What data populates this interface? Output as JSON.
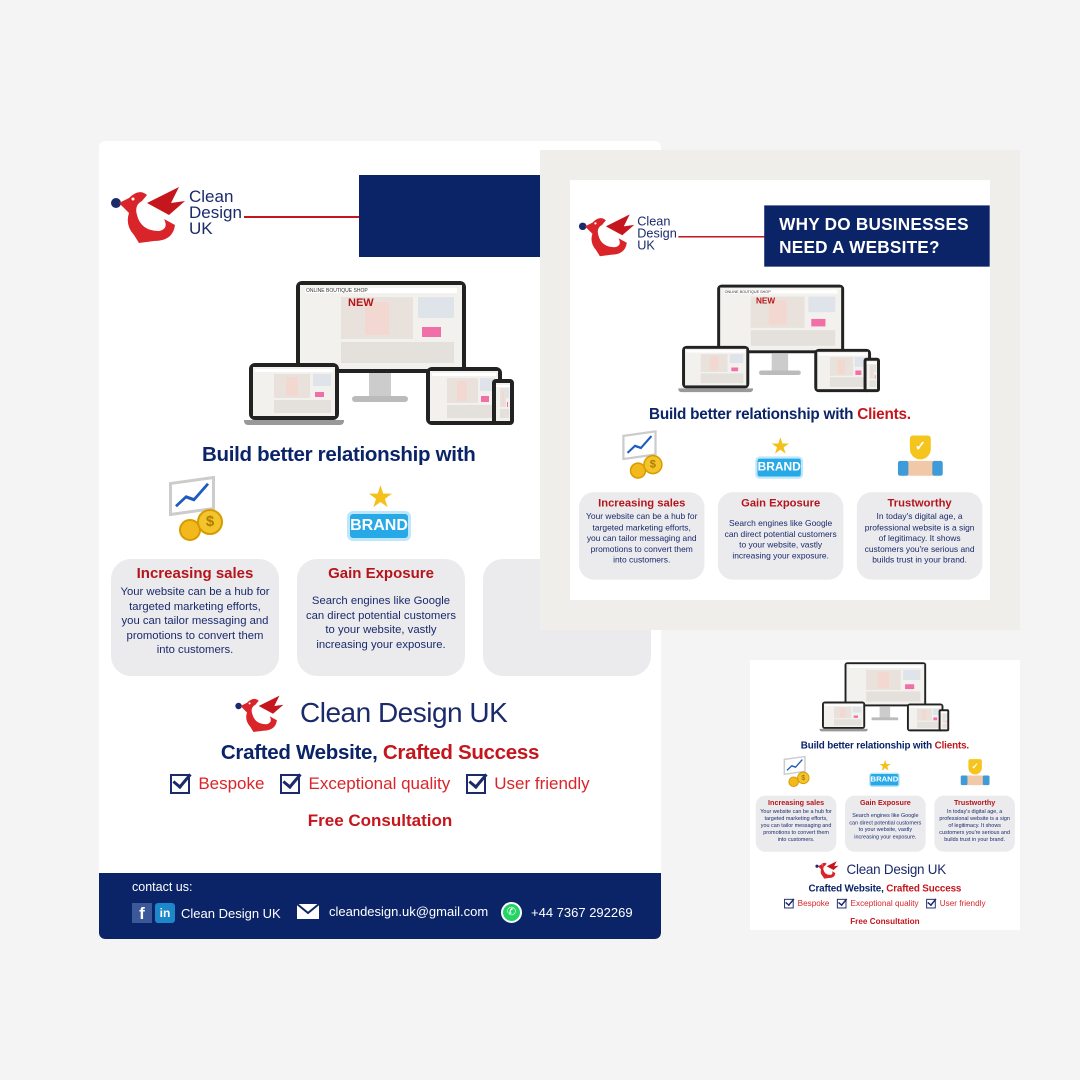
{
  "brand": {
    "logo_lines": [
      "Clean",
      "Design",
      "UK"
    ],
    "name": "Clean Design UK"
  },
  "header": {
    "line1": "WHY DO BUSINESSES",
    "line2": "NEED A WEBSITE?"
  },
  "mockup": {
    "shop_title": "ONLINE BOUTIQUE SHOP",
    "banner": "NEW"
  },
  "headline": {
    "main": "Build better relationship with ",
    "accent": "Clients."
  },
  "cards": [
    {
      "icon": "sales-chart-coins-icon",
      "title": "Increasing sales",
      "text": "Your website can be a hub for targeted marketing efforts,  you can tailor messaging and promotions to convert them into customers."
    },
    {
      "icon": "brand-star-icon",
      "title": "Gain Exposure",
      "text": "Search engines like Google can direct potential customers to your website, vastly increasing your exposure."
    },
    {
      "icon": "handshake-shield-icon",
      "title": "Trustworthy",
      "text": "In today's digital age, a professional website is a sign of legitimacy. It shows customers you're serious and builds trust in your brand."
    }
  ],
  "icon_labels": {
    "brand": "BRAND"
  },
  "tagline": {
    "main": "Crafted Website, ",
    "accent": "Crafted Success"
  },
  "features": [
    "Bespoke",
    "Exceptional quality",
    "User friendly"
  ],
  "cta": "Free Consultation",
  "footer": {
    "label": "contact us:",
    "social": "Clean Design UK",
    "email": "cleandesign.uk@gmail.com",
    "phone": "+44 7367 292269"
  },
  "colors": {
    "navy": "#0b2468",
    "red": "#c4161c",
    "card": "#ebebee",
    "frame": "#efeeea"
  }
}
